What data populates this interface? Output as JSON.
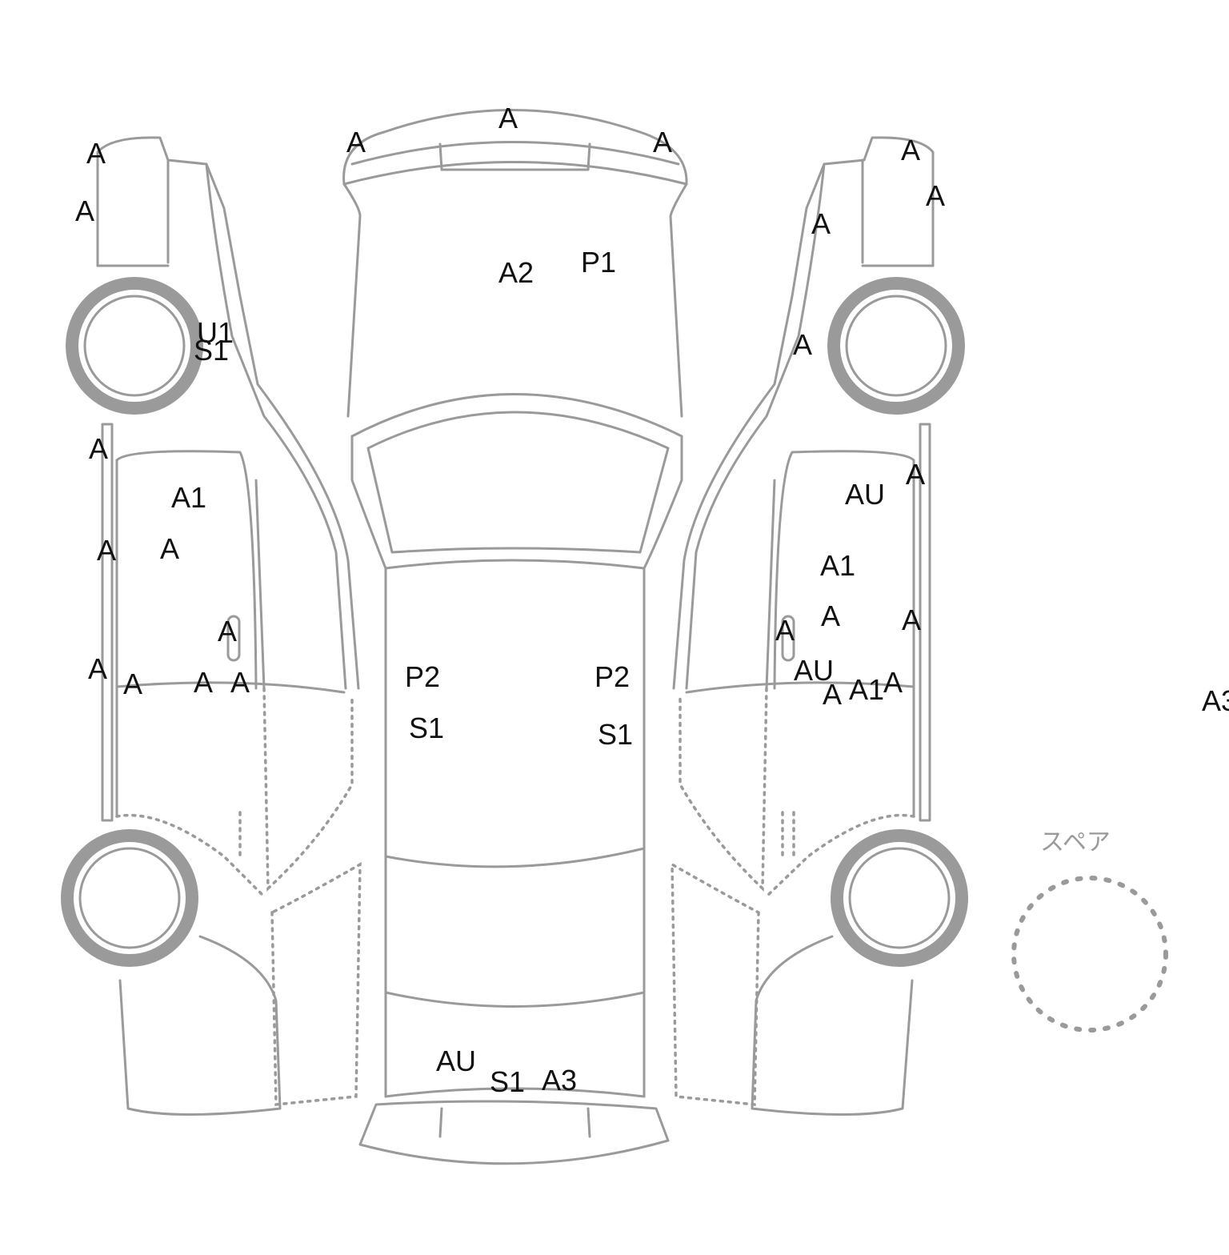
{
  "spare_label": "スペア",
  "colors": {
    "outline": "#9a9a9a",
    "code_text": "#111111",
    "background": "#ffffff"
  },
  "damage_codes": [
    {
      "id": "c01",
      "text": "A"
    },
    {
      "id": "c02",
      "text": "A"
    },
    {
      "id": "c03",
      "text": "A"
    },
    {
      "id": "c04",
      "text": "A"
    },
    {
      "id": "c05",
      "text": "A"
    },
    {
      "id": "c06",
      "text": "A"
    },
    {
      "id": "c07",
      "text": "A"
    },
    {
      "id": "c08",
      "text": "A"
    },
    {
      "id": "c09",
      "text": "A2"
    },
    {
      "id": "c10",
      "text": "P1"
    },
    {
      "id": "c11",
      "text": "A"
    },
    {
      "id": "c12",
      "text": "U1"
    },
    {
      "id": "c13",
      "text": "S1"
    },
    {
      "id": "c14",
      "text": "A"
    },
    {
      "id": "c15",
      "text": "A"
    },
    {
      "id": "c16",
      "text": "A1"
    },
    {
      "id": "c17",
      "text": "A"
    },
    {
      "id": "c18",
      "text": "A"
    },
    {
      "id": "c19",
      "text": "A"
    },
    {
      "id": "c20",
      "text": "A"
    },
    {
      "id": "c21",
      "text": "A"
    },
    {
      "id": "c22",
      "text": "A"
    },
    {
      "id": "c23",
      "text": "A"
    },
    {
      "id": "c24",
      "text": "P2"
    },
    {
      "id": "c25",
      "text": "S1"
    },
    {
      "id": "c26",
      "text": "P2"
    },
    {
      "id": "c27",
      "text": "S1"
    },
    {
      "id": "c28",
      "text": "AU"
    },
    {
      "id": "c29",
      "text": "A"
    },
    {
      "id": "c30",
      "text": "A1"
    },
    {
      "id": "c31",
      "text": "A"
    },
    {
      "id": "c32",
      "text": "A"
    },
    {
      "id": "c33",
      "text": "A"
    },
    {
      "id": "c34",
      "text": "AU"
    },
    {
      "id": "c35",
      "text": "A"
    },
    {
      "id": "c36",
      "text": "A1"
    },
    {
      "id": "c37",
      "text": "A"
    },
    {
      "id": "c38",
      "text": "AU"
    },
    {
      "id": "c39",
      "text": "S1"
    },
    {
      "id": "c40",
      "text": "A3"
    },
    {
      "id": "c41",
      "text": "A3"
    }
  ]
}
